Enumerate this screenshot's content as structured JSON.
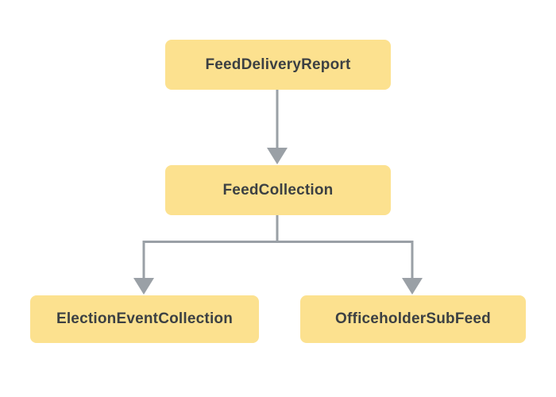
{
  "diagram": {
    "type": "flowchart",
    "direction": "top-down",
    "nodes": [
      {
        "id": "feed-delivery-report",
        "label": "FeedDeliveryReport"
      },
      {
        "id": "feed-collection",
        "label": "FeedCollection"
      },
      {
        "id": "election-event-collection",
        "label": "ElectionEventCollection"
      },
      {
        "id": "officeholder-sub-feed",
        "label": "OfficeholderSubFeed"
      }
    ],
    "edges": [
      {
        "from": "FeedDeliveryReport",
        "to": "FeedCollection"
      },
      {
        "from": "FeedCollection",
        "to": "ElectionEventCollection"
      },
      {
        "from": "FeedCollection",
        "to": "OfficeholderSubFeed"
      }
    ]
  },
  "colors": {
    "node_fill": "#FCE18F",
    "node_text": "#3C4043",
    "arrow": "#9AA0A6",
    "background": "#FFFFFF"
  }
}
